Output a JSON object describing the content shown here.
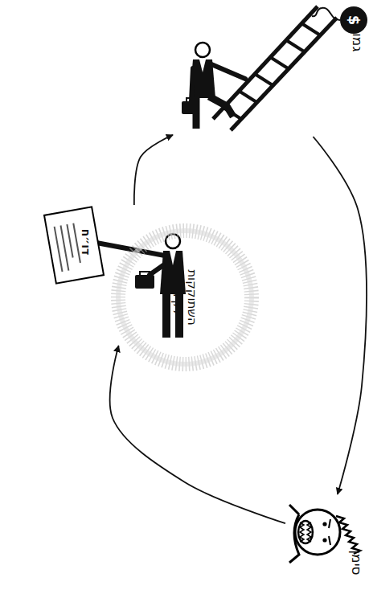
{
  "diagram": {
    "nodes": [
      {
        "text": [
          "סימן"
        ]
      },
      {
        "text": [
          "דו״ח"
        ]
      },
      {
        "text": [
          "גמול"
        ]
      },
      {
        "text": [
          "השתוקקות לקידום"
        ]
      }
    ],
    "edges": [
      {
        "from": 0,
        "to": 1,
        "arrow": "to"
      },
      {
        "from": 1,
        "to": 2,
        "arrow": "to"
      },
      {
        "from": 2,
        "to": 0,
        "arrow": "to"
      }
    ],
    "labels": [
      "$"
    ]
  }
}
